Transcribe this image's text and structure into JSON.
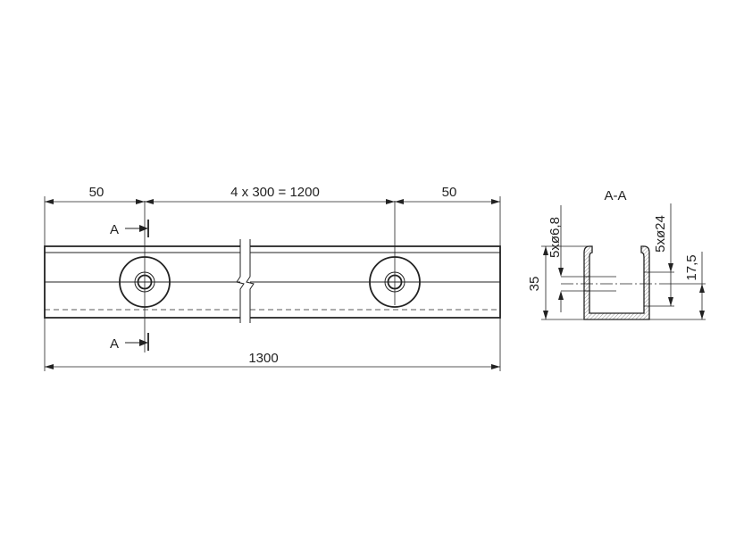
{
  "dimensions": {
    "left_offset": "50",
    "pitch": "4 x 300 = 1200",
    "right_offset": "50",
    "overall_length": "1300",
    "height": "35",
    "hole_diameter": "5xø6,8",
    "boss_diameter": "5xø24",
    "half_height": "17,5"
  },
  "section": {
    "title": "A-A",
    "marker_top": "A",
    "marker_bottom": "A"
  }
}
